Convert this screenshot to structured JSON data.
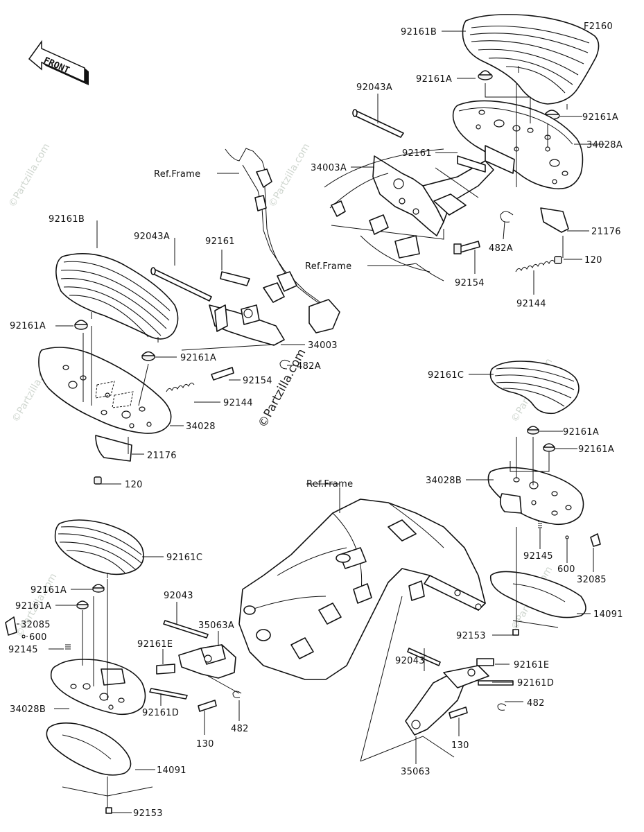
{
  "diagram_code": "F2160",
  "front_label": "FRONT",
  "watermark": "©Partzilla.com",
  "labels": {
    "92161B_top": "92161B",
    "92161A_top1": "92161A",
    "92161A_top2": "92161A",
    "34028A": "34028A",
    "92043A_top": "92043A",
    "92161_top": "92161",
    "34003A": "34003A",
    "21176_top": "21176",
    "ref_frame_top": "Ref.Frame",
    "ref_frame_mid": "Ref.Frame",
    "482A_top": "482A",
    "120_top": "120",
    "92154_top": "92154",
    "92144_top": "92144",
    "92161B_left": "92161B",
    "92043A_left": "92043A",
    "92161_left": "92161",
    "92161A_left1": "92161A",
    "92161A_left2": "92161A",
    "34003": "34003",
    "482A_left": "482A",
    "92154_left": "92154",
    "92144_left": "92144",
    "34028": "34028",
    "21176_left": "21176",
    "120_left": "120",
    "92161C_right": "92161C",
    "92161A_right1": "92161A",
    "92161A_right2": "92161A",
    "34028B_right": "34028B",
    "92145_right": "92145",
    "600_right": "600",
    "32085_right": "32085",
    "14091_right": "14091",
    "92153_right": "92153",
    "ref_frame_center": "Ref.Frame",
    "92161C_left": "92161C",
    "92161A_bl1": "92161A",
    "92161A_bl2": "92161A",
    "32085_left": "32085",
    "600_left": "600",
    "92145_left": "92145",
    "34028B_left": "34028B",
    "14091_left": "14091",
    "92153_left": "92153",
    "92043_center": "92043",
    "35063A": "35063A",
    "92161E_center": "92161E",
    "92161D_center": "92161D",
    "130_center": "130",
    "482_center": "482",
    "92043_right": "92043",
    "92161E_right": "92161E",
    "92161D_right": "92161D",
    "482_right": "482",
    "130_right": "130",
    "35063": "35063"
  }
}
